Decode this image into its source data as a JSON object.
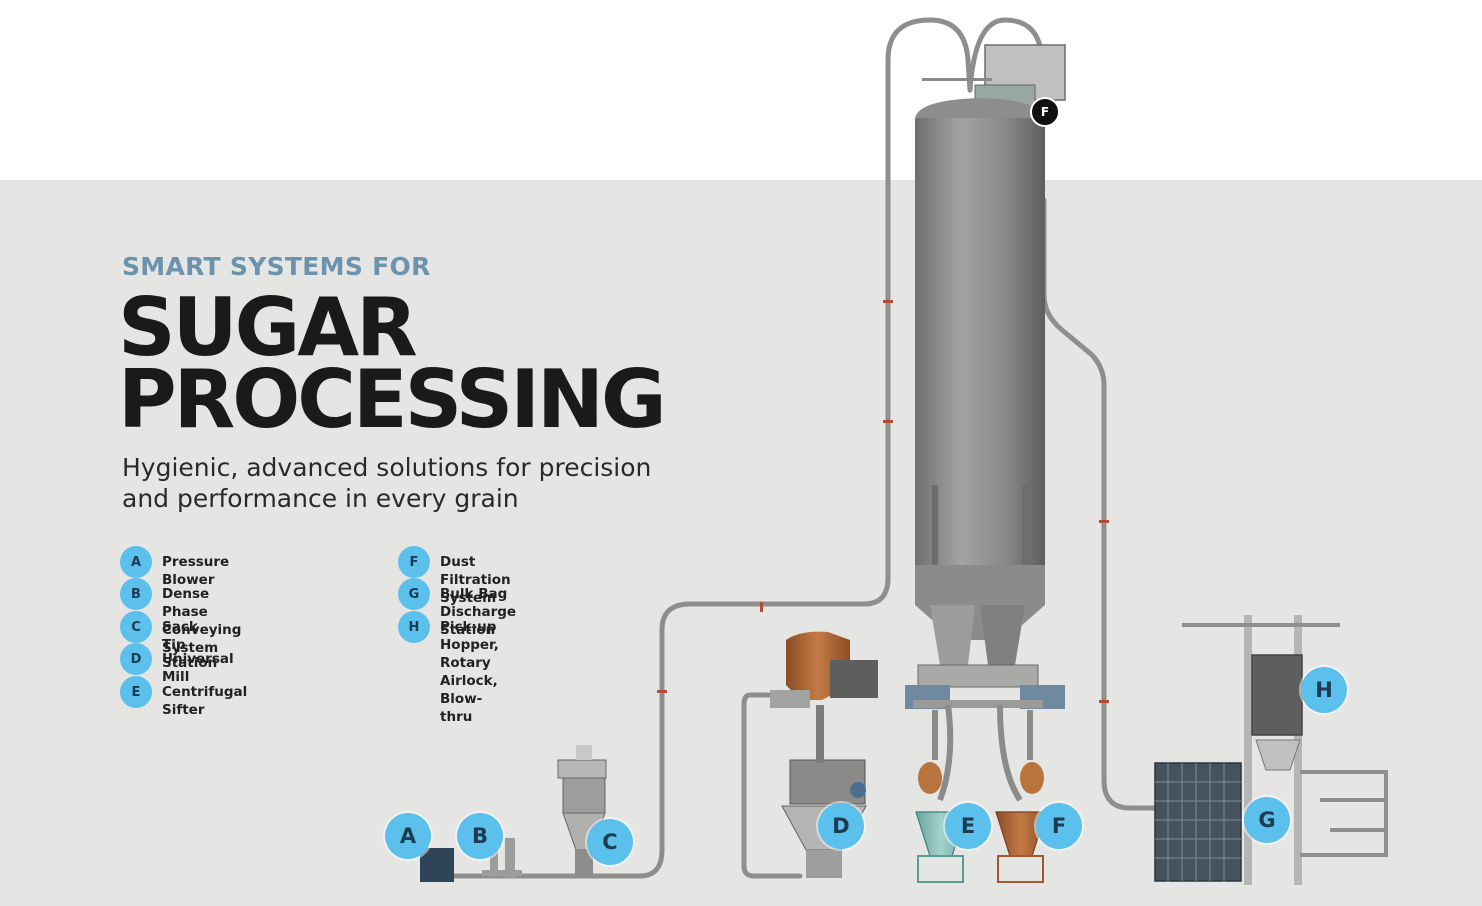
{
  "header": {
    "kicker": "SMART SYSTEMS FOR",
    "title_line1": "SUGAR",
    "title_line2": "PROCESSING",
    "subtitle_line1": "Hygienic, advanced solutions for precision",
    "subtitle_line2": "and performance in every grain"
  },
  "legend": {
    "left": [
      {
        "letter": "A",
        "label": "Pressure Blower"
      },
      {
        "letter": "B",
        "label": "Dense Phase Conveying System"
      },
      {
        "letter": "C",
        "label": "Sack Tip Station"
      },
      {
        "letter": "D",
        "label": "Universal Mill"
      },
      {
        "letter": "E",
        "label": "Centrifugal Sifter"
      }
    ],
    "right": [
      {
        "letter": "F",
        "label": "Dust Filtration System"
      },
      {
        "letter": "G",
        "label": "Bulk Bag Discharge Station"
      },
      {
        "letter": "H",
        "label_lines": [
          "Pick-up Hopper,",
          "Rotary Airlock,",
          "Blow-thru"
        ]
      }
    ]
  },
  "markers": {
    "a": "A",
    "b": "B",
    "c": "C",
    "d": "D",
    "e": "E",
    "f": "F",
    "f_top": "F",
    "g": "G",
    "h": "H"
  },
  "colors": {
    "marker": "#5bc0eb",
    "kicker": "#6b93ad",
    "background_band": "#e5e5e4",
    "silo": "#8a8a88",
    "mill_copper": "#b66a3a",
    "sifter_teal": "#7fb8b0"
  }
}
